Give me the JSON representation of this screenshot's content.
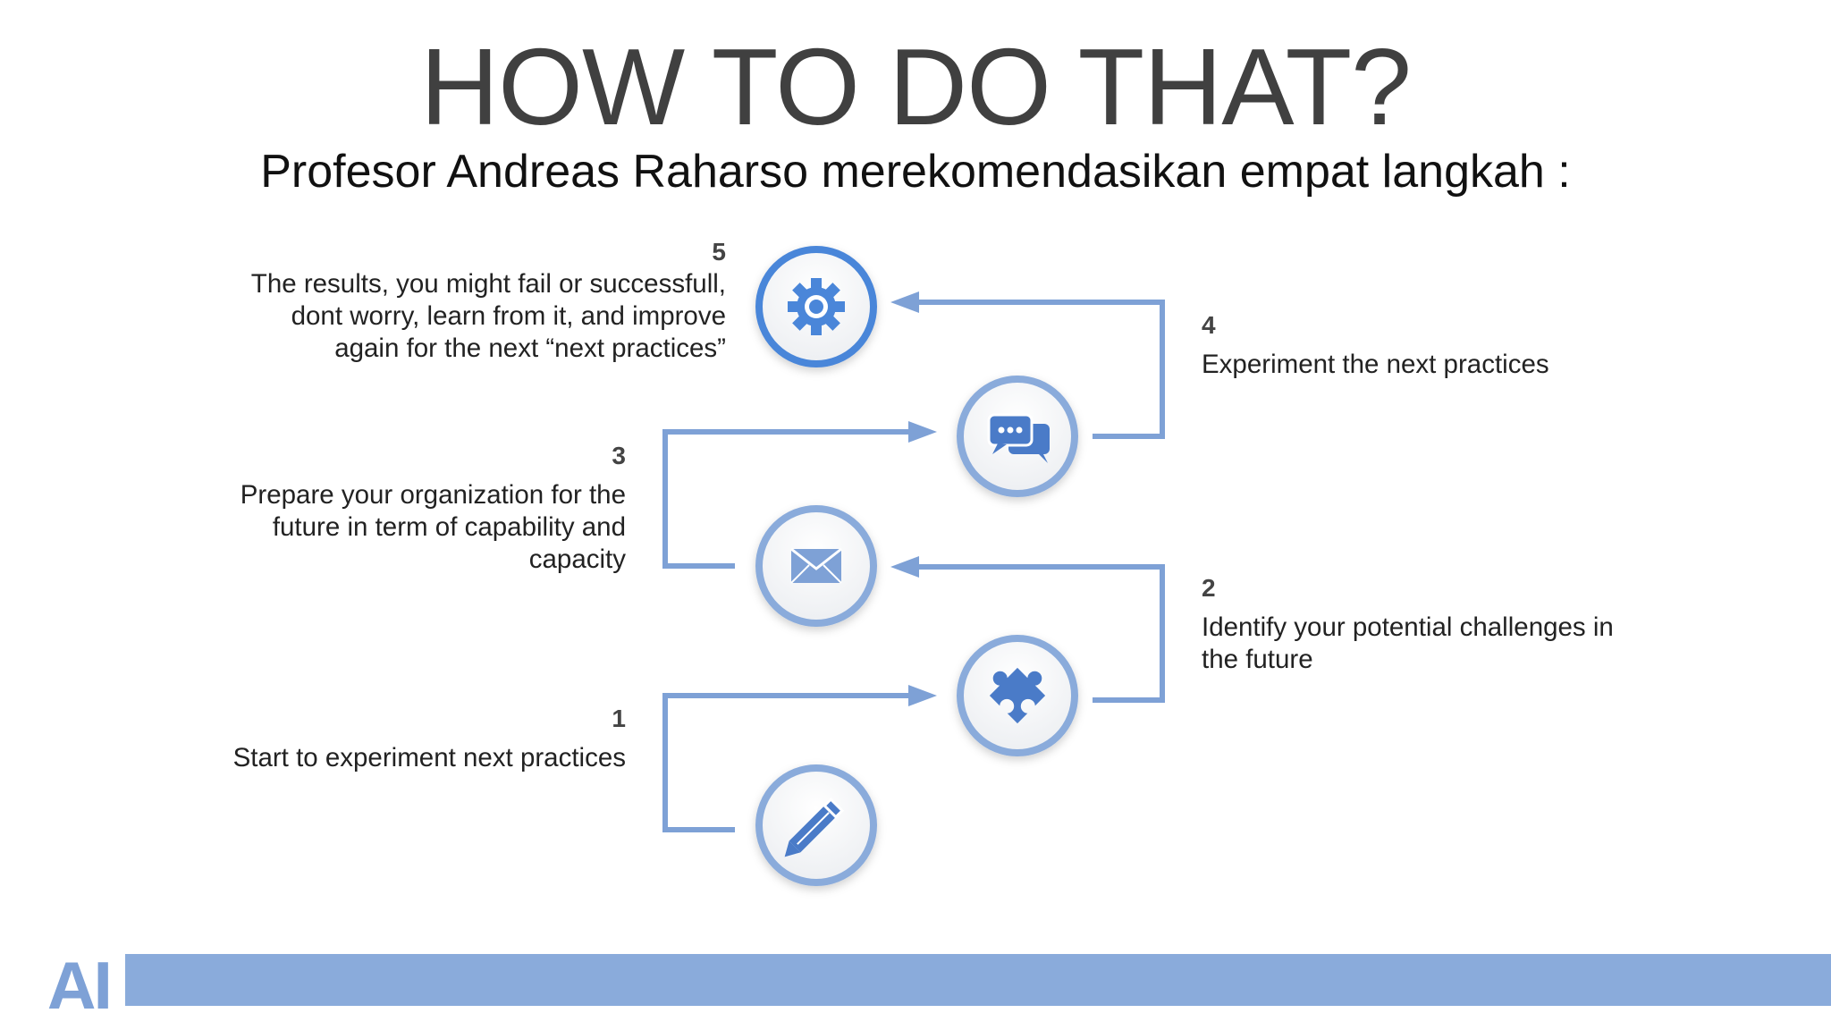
{
  "slide": {
    "title": "HOW TO DO THAT?",
    "subtitle": "Profesor Andreas Raharso merekomendasikan empat langkah :"
  },
  "steps": [
    {
      "number": "1",
      "text": "Start to experiment next practices",
      "icon": "pencil-icon"
    },
    {
      "number": "2",
      "text": "Identify your potential challenges in the future",
      "icon": "puzzle-icon"
    },
    {
      "number": "3",
      "text": "Prepare your organization for the future in term of capability and capacity",
      "icon": "envelope-icon"
    },
    {
      "number": "4",
      "text": "Experiment the next practices",
      "icon": "chat-bubbles-icon"
    },
    {
      "number": "5",
      "text": "The results, you might fail or successfull, dont worry, learn from it, and improve again for the next “next practices”",
      "icon": "gear-icon"
    }
  ],
  "footer": {
    "logo_text": "AI"
  },
  "colors": {
    "accent": "#7EA1D6",
    "accent_dark": "#4A7BC8",
    "footer_bar": "#8AABDB"
  }
}
